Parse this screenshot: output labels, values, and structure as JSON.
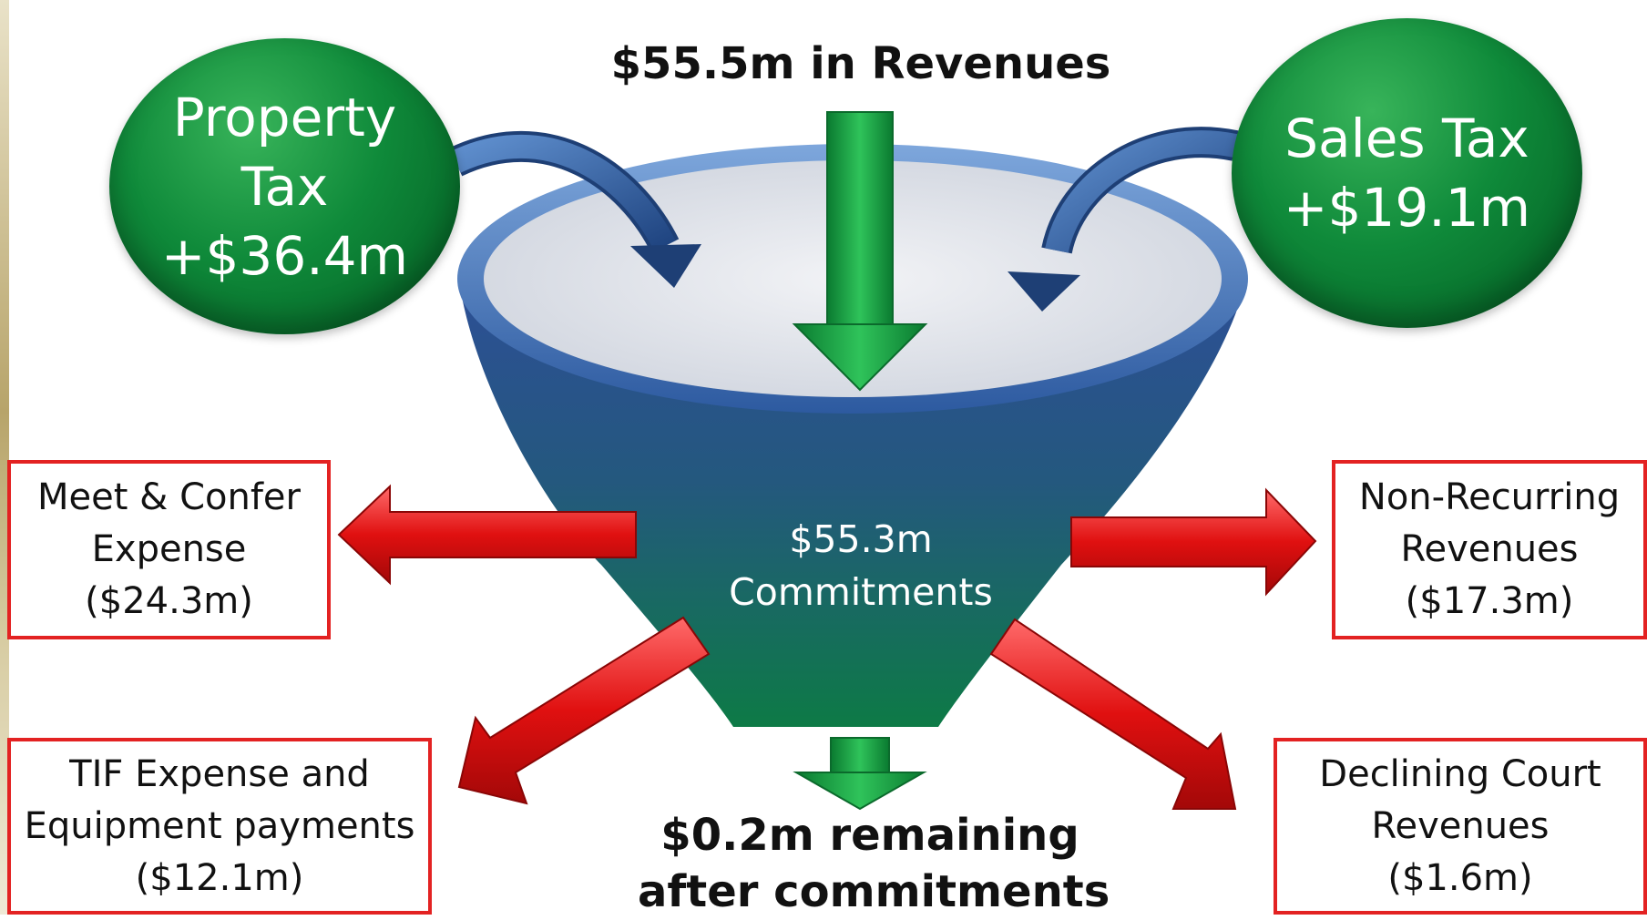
{
  "header": {
    "revenues_text": "$55.5m in Revenues"
  },
  "sources": {
    "property_tax": {
      "line1": "Property",
      "line2": "Tax",
      "line3": "+$36.4m"
    },
    "sales_tax": {
      "line1": "Sales Tax",
      "line2": "+$19.1m"
    }
  },
  "funnel": {
    "line1": "$55.3m",
    "line2": "Commitments"
  },
  "commitments": {
    "meet_confer": {
      "line1": "Meet & Confer",
      "line2": "Expense",
      "line3": "($24.3m)"
    },
    "non_recurring": {
      "line1": "Non-Recurring",
      "line2": "Revenues",
      "line3": "($17.3m)"
    },
    "tif_equipment": {
      "line1": "TIF Expense and",
      "line2": "Equipment payments",
      "line3": "($12.1m)"
    },
    "court": {
      "line1": "Declining Court",
      "line2": "Revenues",
      "line3": "($1.6m)"
    }
  },
  "footer": {
    "line1": "$0.2m remaining",
    "line2": "after commitments"
  },
  "colors": {
    "green": "#0f8a3a",
    "blue": "#2c5f95",
    "red": "#e32222",
    "teal": "#1b6f54"
  }
}
